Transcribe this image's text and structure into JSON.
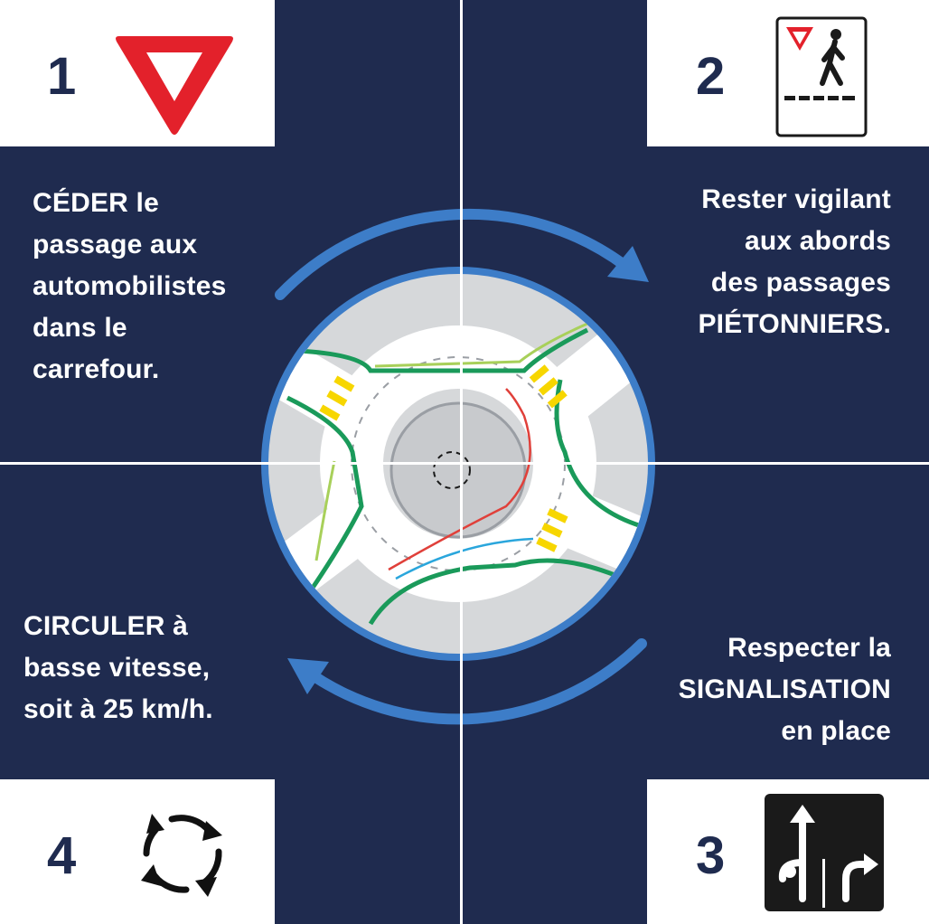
{
  "steps": [
    {
      "number": "1",
      "lines": [
        "CÉDER le",
        "passage aux",
        "automobilistes",
        "dans le",
        "carrefour."
      ],
      "icon": "yield-sign-icon"
    },
    {
      "number": "2",
      "lines": [
        "Rester vigilant",
        "aux abords",
        "des passages",
        "PIÉTONNIERS."
      ],
      "icon": "pedestrian-crossing-sign-icon"
    },
    {
      "number": "3",
      "lines": [
        "Respecter la",
        "SIGNALISATION",
        "en place"
      ],
      "icon": "lane-direction-sign-icon"
    },
    {
      "number": "4",
      "lines": [
        "CIRCULER à",
        "basse vitesse,",
        "soit à 25 km/h."
      ],
      "icon": "roundabout-arrows-icon"
    }
  ],
  "colors": {
    "navy": "#1f2b4f",
    "blue_arrow": "#3d7dc8",
    "yield_red": "#e3212b",
    "road_green": "#1a9a5a",
    "light_green": "#a8d05a",
    "crosswalk_yellow": "#f7d600",
    "red_path": "#e0403a",
    "blue_path": "#2aa6dc"
  }
}
